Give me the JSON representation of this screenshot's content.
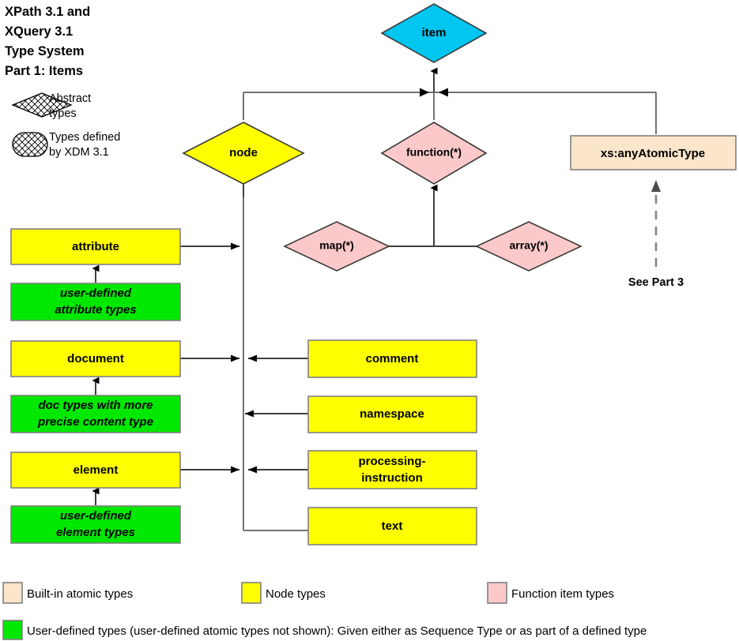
{
  "title": {
    "lines": [
      "XPath 3.1 and",
      "XQuery 3.1",
      "Type System",
      "Part 1: Items"
    ]
  },
  "key": {
    "abstract": {
      "line1": "Abstract",
      "line2": "types",
      "icon": "hatched-diamond-icon"
    },
    "xdm": {
      "line1": "Types defined",
      "line2": "by XDM 3.1",
      "icon": "hatched-rounded-rect-icon"
    }
  },
  "colors": {
    "item": "#00C6F0",
    "node": "#FFFF00",
    "function": "#FBC9C9",
    "atomic": "#FBE5CB",
    "userdefined": "#00E800",
    "edge": "#737373",
    "border": "#808080",
    "text": "#000000"
  },
  "nodes": {
    "item": {
      "label": "item",
      "shape": "diamond",
      "fill": "#00C6F0"
    },
    "node": {
      "label": "node",
      "shape": "diamond",
      "fill": "#FFFF00"
    },
    "function": {
      "label": "function(*)",
      "shape": "diamond",
      "fill": "#FBC9C9"
    },
    "anyAtomicType": {
      "label": "xs:anyAtomicType",
      "shape": "rect",
      "fill": "#FBE5CB"
    },
    "map": {
      "label": "map(*)",
      "shape": "diamond",
      "fill": "#FBC9C9"
    },
    "array": {
      "label": "array(*)",
      "shape": "diamond",
      "fill": "#FBC9C9"
    },
    "attribute": {
      "label": "attribute",
      "shape": "rect",
      "fill": "#FFFF00"
    },
    "userDefinedAttributeTypes": {
      "line1": "user-defined",
      "line2": "attribute types",
      "shape": "rect",
      "fill": "#00E800"
    },
    "document": {
      "label": "document",
      "shape": "rect",
      "fill": "#FFFF00"
    },
    "docTypesPrecise": {
      "line1": "doc types with more",
      "line2": "precise content type",
      "shape": "rect",
      "fill": "#00E800"
    },
    "element": {
      "label": "element",
      "shape": "rect",
      "fill": "#FFFF00"
    },
    "userDefinedElementTypes": {
      "line1": "user-defined",
      "line2": "element types",
      "shape": "rect",
      "fill": "#00E800"
    },
    "comment": {
      "label": "comment",
      "shape": "rect",
      "fill": "#FFFF00"
    },
    "namespace": {
      "label": "namespace",
      "shape": "rect",
      "fill": "#FFFF00"
    },
    "processingInstruction": {
      "line1": "processing-",
      "line2": "instruction",
      "shape": "rect",
      "fill": "#FFFF00"
    },
    "text": {
      "label": "text",
      "shape": "rect",
      "fill": "#FFFF00"
    }
  },
  "annotations": {
    "seePart3": "See Part 3"
  },
  "legend": {
    "row1": [
      {
        "swatch": "#FBE5CB",
        "label": "Built-in atomic types"
      },
      {
        "swatch": "#FFFF00",
        "label": "Node types"
      },
      {
        "swatch": "#FBC9C9",
        "label": "Function item types"
      }
    ],
    "row2": {
      "swatch": "#00E800",
      "label": "User-defined types (user-defined atomic types not shown):  Given either as Sequence Type or as part of a defined type"
    }
  }
}
